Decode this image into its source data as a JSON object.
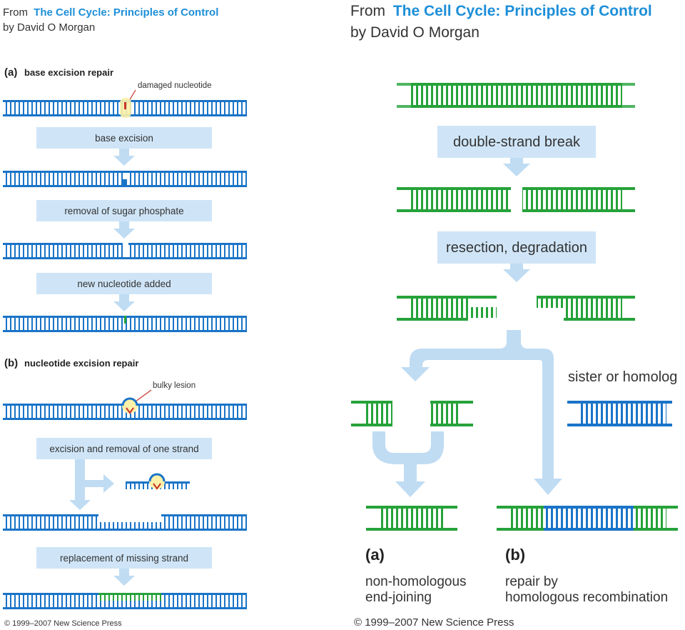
{
  "left": {
    "from_label": "From",
    "book_title": "The Cell Cycle: Principles of Control",
    "author": "by David O Morgan",
    "section_a": "(a)",
    "section_a_title": "base excision repair",
    "damaged_label": "damaged nucleotide",
    "step1": "base excision",
    "step2": "removal of sugar phosphate",
    "step3": "new nucleotide added",
    "section_b": "(b)",
    "section_b_title": "nucleotide excision repair",
    "bulky_label": "bulky lesion",
    "step4": "excision and removal of one strand",
    "step5": "replacement of missing strand",
    "copyright": "© 1999–2007 New Science Press"
  },
  "right": {
    "from_label": "From",
    "book_title": "The Cell Cycle: Principles of Control",
    "author": "by David O Morgan",
    "step1": "double-strand break",
    "step2": "resection, degradation",
    "sister_label": "sister or homolog",
    "a_label": "(a)",
    "a_desc_1": "non-homologous",
    "a_desc_2": "end-joining",
    "b_label": "(b)",
    "b_desc_1": "repair by",
    "b_desc_2": "homologous recombination",
    "copyright": "© 1999–2007 New Science Press"
  },
  "colors": {
    "dna_blue": "#1a74c8",
    "dna_green": "#26a23a",
    "box_fill": "#cfe5f7",
    "arrow_fill": "#bfdcf3",
    "lesion_halo": "#fbf1a8",
    "lesion_red": "#c8332c",
    "title_blue": "#1d8fd8"
  }
}
